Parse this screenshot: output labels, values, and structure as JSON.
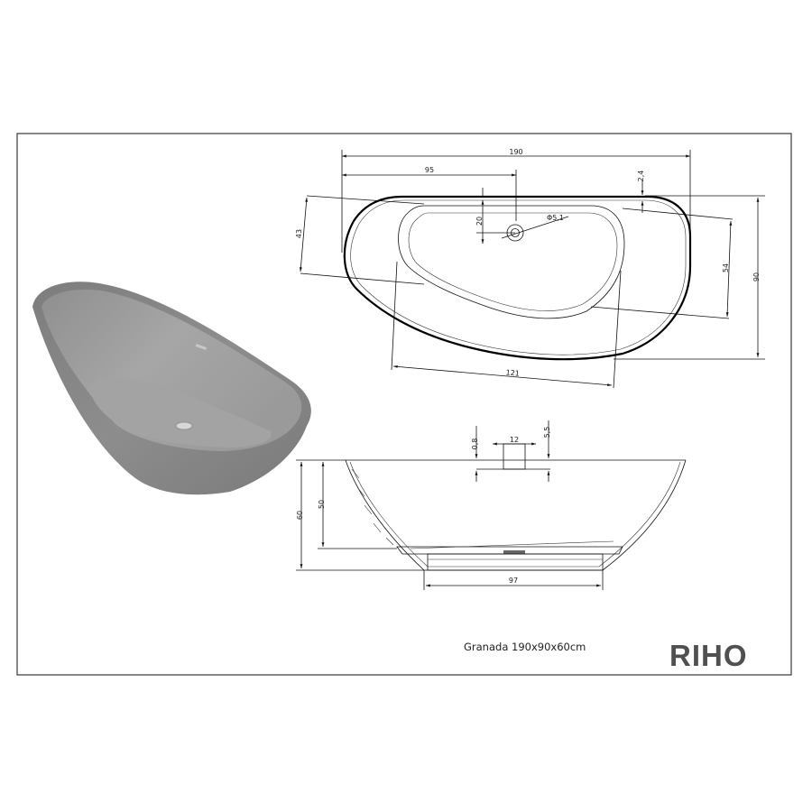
{
  "product": {
    "caption": "Granada 190x90x60cm",
    "brand": "RIHO"
  },
  "top_view": {
    "dims": {
      "total_length": "190",
      "half_length": "95",
      "rim_offset": "2,4",
      "width": "90",
      "inner_width": "54",
      "end_depth": "43",
      "drain_offset": "20",
      "drain_diameter": "Φ5,1",
      "inner_length": "121"
    }
  },
  "side_view": {
    "dims": {
      "height": "60",
      "inner_depth": "50",
      "base_length": "97",
      "overflow_width": "12",
      "rim_thickness": "0,8",
      "overflow_height": "5,5"
    }
  },
  "colors": {
    "tub_body": "#8a8a8a",
    "tub_inner": "#9c9c9c",
    "brand": "#505050"
  }
}
